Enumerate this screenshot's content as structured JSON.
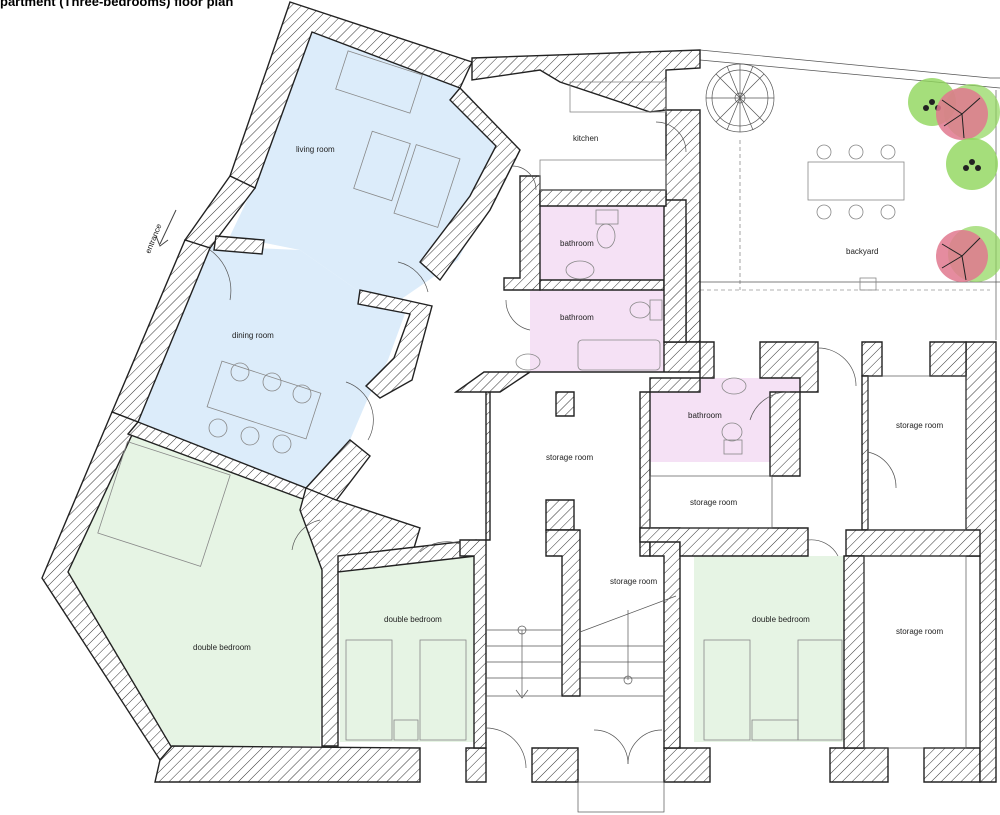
{
  "title": "partment (Three-bedrooms) floor plan",
  "labels": {
    "entrance": "entrance",
    "living_room": "living room",
    "dining_room": "dining room",
    "kitchen": "kitchen",
    "bathroom_1": "bathroom",
    "bathroom_2": "bathroom",
    "bathroom_3": "bathroom",
    "backyard": "backyard",
    "storage_1": "storage room",
    "storage_2": "storage room",
    "storage_3": "storage room",
    "storage_4": "storage room",
    "storage_5": "storage room",
    "bedroom_1": "double bedroom",
    "bedroom_2": "double bedroom",
    "bedroom_3": "double bedroom"
  },
  "colors": {
    "living_dining": "#dcecfa",
    "bedroom": "#e6f4e4",
    "bathroom": "#f5e1f5",
    "tree_green": "#8ed65a",
    "tree_pink": "#e0788e"
  }
}
